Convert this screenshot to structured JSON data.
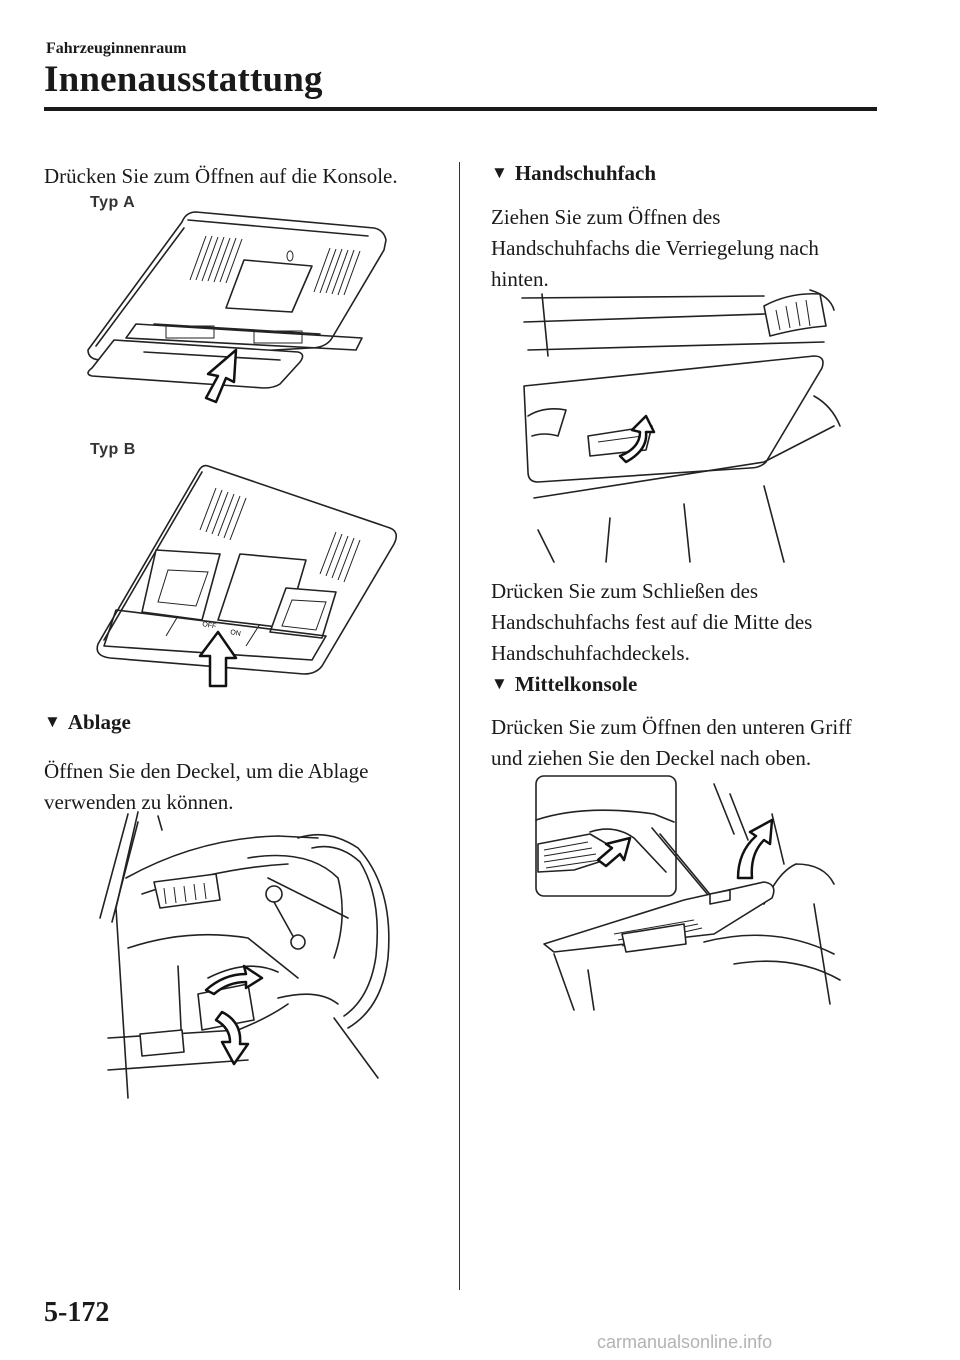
{
  "header": {
    "section": "Fahrzeuginnenraum",
    "title": "Innenausstattung"
  },
  "left": {
    "intro": "Drücken Sie zum Öffnen auf die Konsole.",
    "caption_a": "Typ A",
    "caption_b": "Typ B",
    "panel_b_labels": {
      "off": "OFF",
      "on": "ON"
    },
    "ablage": {
      "heading": "Ablage",
      "text_line1": "Öffnen Sie den Deckel, um die Ablage",
      "text_line2": "verwenden zu können."
    }
  },
  "right": {
    "handschuhfach": {
      "heading": "Handschuhfach",
      "open_line1": "Ziehen Sie zum Öffnen des",
      "open_line2": "Handschuhfachs die Verriegelung nach",
      "open_line3": "hinten.",
      "close_line1": "Drücken Sie zum Schließen des",
      "close_line2": "Handschuhfachs fest auf die Mitte des",
      "close_line3": "Handschuhfachdeckels."
    },
    "mittelkonsole": {
      "heading": "Mittelkonsole",
      "text_line1": "Drücken Sie zum Öffnen den unteren Griff",
      "text_line2": "und ziehen Sie den Deckel nach oben."
    }
  },
  "footer": {
    "page_number": "5-172",
    "watermark": "carmanualsonline.info"
  }
}
